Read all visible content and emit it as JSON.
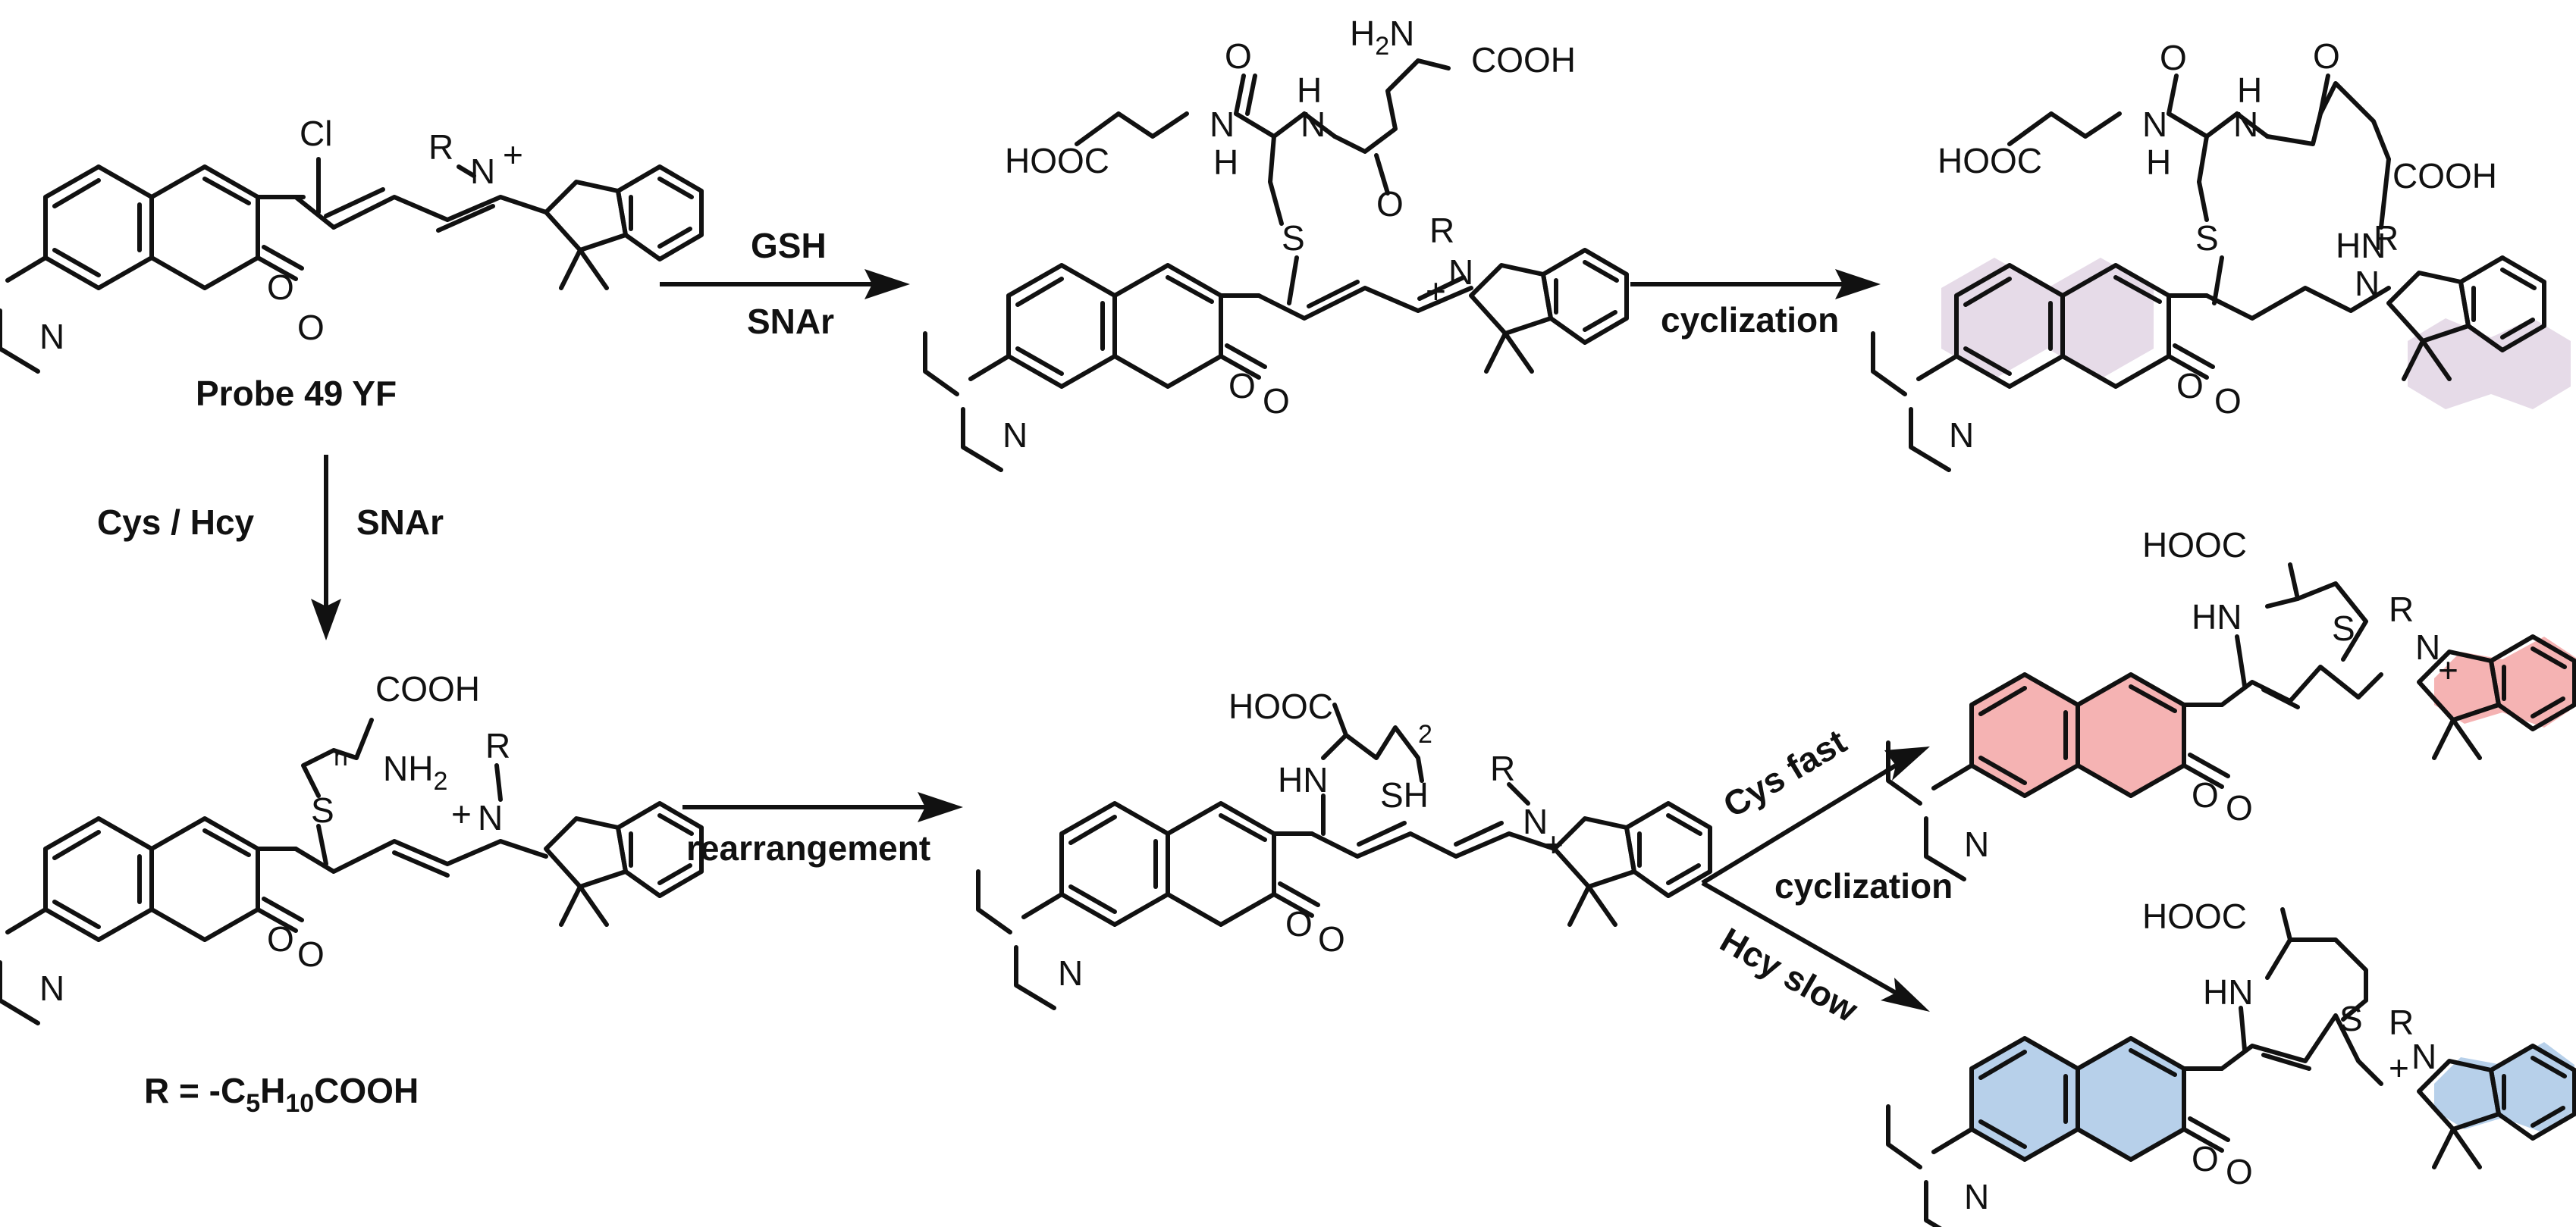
{
  "diagram": {
    "arrow_labels": {
      "gsh": "GSH",
      "snar_top": "SNAr",
      "cyclization_top": "cyclization",
      "cys_hcy": "Cys / Hcy",
      "snar_left": "SNAr",
      "rearrangement": "rearrangement",
      "cys_fast": "Cys   fast",
      "cyclization_right": "cyclization",
      "hcy_slow": "Hcy slow"
    },
    "probe_name": "Probe 49 YF",
    "r_definition": {
      "prefix": "R = -C",
      "sub1": "5",
      "mid": "H",
      "sub2": "10",
      "suffix": "COOH"
    },
    "atoms": {
      "cl": "Cl",
      "r": "R",
      "n": "N",
      "plus": "+",
      "o": "O",
      "s": "S",
      "nh": "NH",
      "hn": "HN",
      "h": "H",
      "cooh": "COOH",
      "hooc": "HOOC",
      "h2n": "H2N",
      "nh2": "NH2",
      "sh": "SH",
      "n_sub": "n",
      "two": "2"
    },
    "ring_highlight_colors": {
      "gsh_product": "#e6dbe8",
      "cys_product": "#f5b3b3",
      "hcy_product": "#b7d0ea"
    }
  }
}
